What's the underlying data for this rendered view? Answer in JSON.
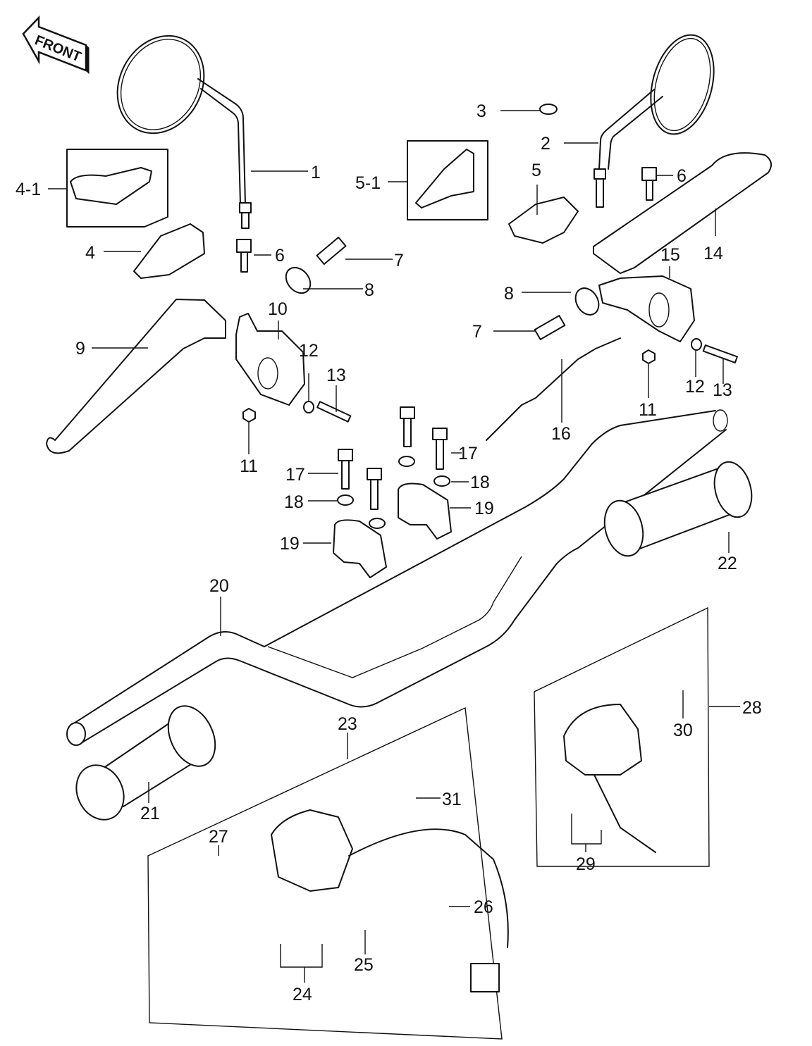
{
  "diagram": {
    "title": "Handlebar Assembly Exploded Parts Diagram",
    "direction_marker": {
      "label": "FRONT",
      "icon": "arrow-left-icon"
    },
    "callouts": [
      {
        "id": "1",
        "label": "1",
        "part": "Rear-view mirror (left)"
      },
      {
        "id": "2",
        "label": "2",
        "part": "Rear-view mirror (right)"
      },
      {
        "id": "3",
        "label": "3",
        "part": "Cap"
      },
      {
        "id": "4",
        "label": "4",
        "part": "Clutch lever holder assembly"
      },
      {
        "id": "4-1",
        "label": "4-1",
        "part": "Holder cover"
      },
      {
        "id": "5",
        "label": "5",
        "part": "Brake lever holder assembly"
      },
      {
        "id": "5-1",
        "label": "5-1",
        "part": "Holder cover"
      },
      {
        "id": "6a",
        "label": "6",
        "part": "Bolt"
      },
      {
        "id": "6b",
        "label": "6",
        "part": "Bolt"
      },
      {
        "id": "7a",
        "label": "7",
        "part": "Adjuster"
      },
      {
        "id": "7b",
        "label": "7",
        "part": "Adjuster"
      },
      {
        "id": "8a",
        "label": "8",
        "part": "Locknut"
      },
      {
        "id": "8b",
        "label": "8",
        "part": "Locknut"
      },
      {
        "id": "9",
        "label": "9",
        "part": "Clutch lever"
      },
      {
        "id": "10",
        "label": "10",
        "part": "Lever holder"
      },
      {
        "id": "11a",
        "label": "11",
        "part": "Nut"
      },
      {
        "id": "11b",
        "label": "11",
        "part": "Nut"
      },
      {
        "id": "12a",
        "label": "12",
        "part": "Washer"
      },
      {
        "id": "12b",
        "label": "12",
        "part": "Washer"
      },
      {
        "id": "13a",
        "label": "13",
        "part": "Bolt"
      },
      {
        "id": "13b",
        "label": "13",
        "part": "Bolt"
      },
      {
        "id": "14",
        "label": "14",
        "part": "Brake lever"
      },
      {
        "id": "15",
        "label": "15",
        "part": "Lever holder"
      },
      {
        "id": "16",
        "label": "16",
        "part": "Brake light switch"
      },
      {
        "id": "17a",
        "label": "17",
        "part": "Bolt"
      },
      {
        "id": "17b",
        "label": "17",
        "part": "Bolt"
      },
      {
        "id": "18a",
        "label": "18",
        "part": "Washer"
      },
      {
        "id": "18b",
        "label": "18",
        "part": "Washer"
      },
      {
        "id": "19a",
        "label": "19",
        "part": "Handlebar holder"
      },
      {
        "id": "19b",
        "label": "19",
        "part": "Handlebar holder"
      },
      {
        "id": "20",
        "label": "20",
        "part": "Handlebar"
      },
      {
        "id": "21",
        "label": "21",
        "part": "Grip (left)"
      },
      {
        "id": "22",
        "label": "22",
        "part": "Throttle grip (right)"
      },
      {
        "id": "23",
        "label": "23",
        "part": "Left handlebar switch assembly"
      },
      {
        "id": "24",
        "label": "24",
        "part": "Screw"
      },
      {
        "id": "25",
        "label": "25",
        "part": "Switch components"
      },
      {
        "id": "26",
        "label": "26",
        "part": "Choke lever"
      },
      {
        "id": "27",
        "label": "27",
        "part": "Switch knob"
      },
      {
        "id": "28",
        "label": "28",
        "part": "Right handlebar switch assembly"
      },
      {
        "id": "29",
        "label": "29",
        "part": "Screw"
      },
      {
        "id": "30",
        "label": "30",
        "part": "Switch knob"
      },
      {
        "id": "31",
        "label": "31",
        "part": "Switch knob"
      }
    ]
  }
}
